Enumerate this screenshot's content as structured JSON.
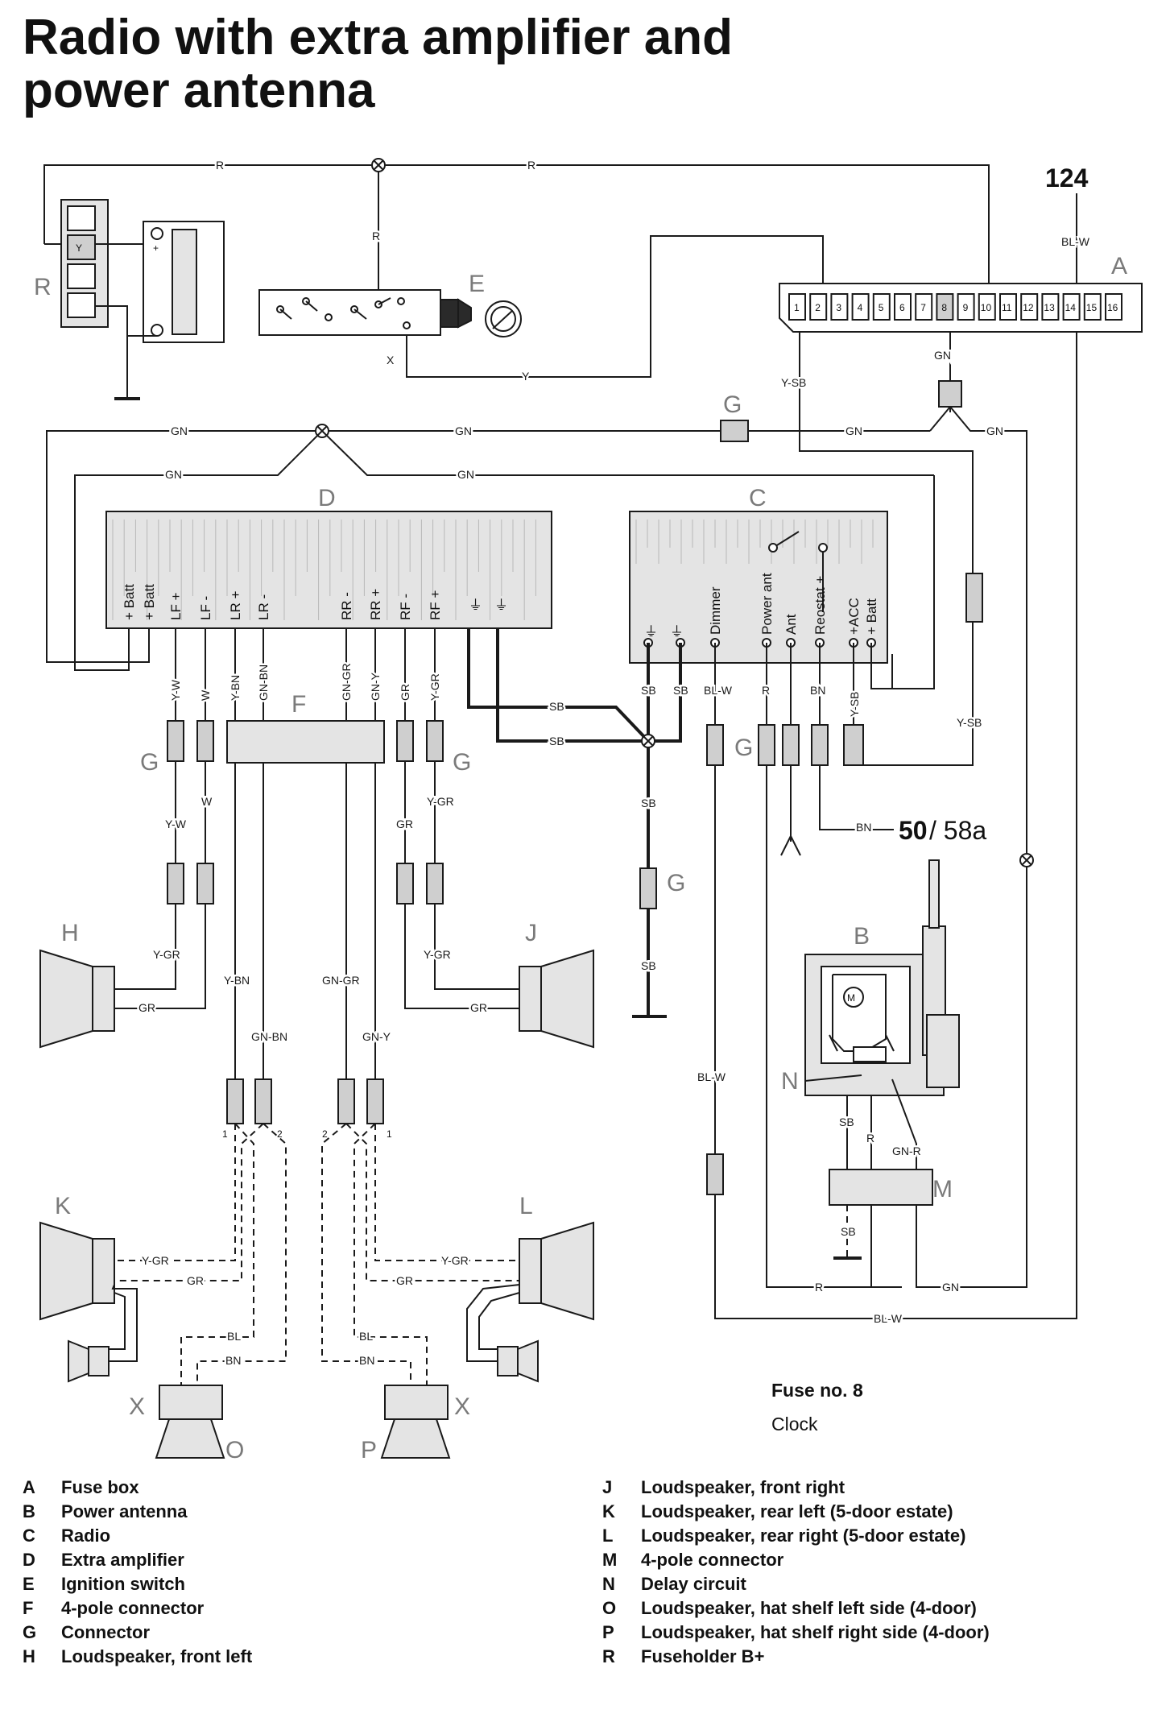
{
  "title": {
    "line1": "Radio with extra amplifier and",
    "line2": "power antenna"
  },
  "diagram_number": "124",
  "component_letters": {
    "A": "A",
    "B": "B",
    "C": "C",
    "D": "D",
    "E": "E",
    "F": "F",
    "G": "G",
    "H": "H",
    "J": "J",
    "K": "K",
    "L": "L",
    "M": "M",
    "N": "N",
    "O": "O",
    "P": "P",
    "R": "R",
    "X": "X"
  },
  "fuse_box_slots": [
    "1",
    "2",
    "3",
    "4",
    "5",
    "6",
    "7",
    "8",
    "9",
    "10",
    "11",
    "12",
    "13",
    "14",
    "15",
    "16"
  ],
  "fuse_holder_tag": "Y",
  "amplifier_pins": [
    "+ Batt",
    "+ Batt",
    "LF +",
    "LF -",
    "LR +",
    "LR -",
    "RR -",
    "RR +",
    "RF -",
    "RF +"
  ],
  "radio_pins": [
    "Dimmer",
    "Power ant",
    "Ant",
    "Reostat +",
    "+ACC",
    "+ Batt"
  ],
  "wire_colors": {
    "R": "R",
    "Y": "Y",
    "X": "X",
    "BL_W": "BL-W",
    "GN": "GN",
    "Y_SB": "Y-SB",
    "Y_W": "Y-W",
    "W": "W",
    "Y_BN": "Y-BN",
    "GN_BN": "GN-BN",
    "GN_GR": "GN-GR",
    "GN_Y": "GN-Y",
    "GR": "GR",
    "Y_GR": "Y-GR",
    "SB": "SB",
    "BN": "BN",
    "GN_R": "GN-R",
    "BL": "BL"
  },
  "terminal_numbers": {
    "one": "1",
    "two": "2"
  },
  "terminal_50": "50",
  "terminal_58a": "/ 58a",
  "fuse_note": {
    "label": "Fuse no. 8",
    "value": "Clock"
  },
  "legend": [
    {
      "key": "A",
      "text": "Fuse box"
    },
    {
      "key": "B",
      "text": "Power antenna"
    },
    {
      "key": "C",
      "text": "Radio"
    },
    {
      "key": "D",
      "text": "Extra amplifier"
    },
    {
      "key": "E",
      "text": "Ignition switch"
    },
    {
      "key": "F",
      "text": "4-pole connector"
    },
    {
      "key": "G",
      "text": "Connector"
    },
    {
      "key": "H",
      "text": "Loudspeaker, front left"
    },
    {
      "key": "J",
      "text": "Loudspeaker, front right"
    },
    {
      "key": "K",
      "text": "Loudspeaker, rear left (5-door estate)"
    },
    {
      "key": "L",
      "text": "Loudspeaker, rear right (5-door estate)"
    },
    {
      "key": "M",
      "text": "4-pole connector"
    },
    {
      "key": "N",
      "text": "Delay circuit"
    },
    {
      "key": "O",
      "text": "Loudspeaker, hat shelf left side (4-door)"
    },
    {
      "key": "P",
      "text": "Loudspeaker, hat shelf right side (4-door)"
    },
    {
      "key": "R",
      "text": "Fuseholder B+"
    }
  ]
}
